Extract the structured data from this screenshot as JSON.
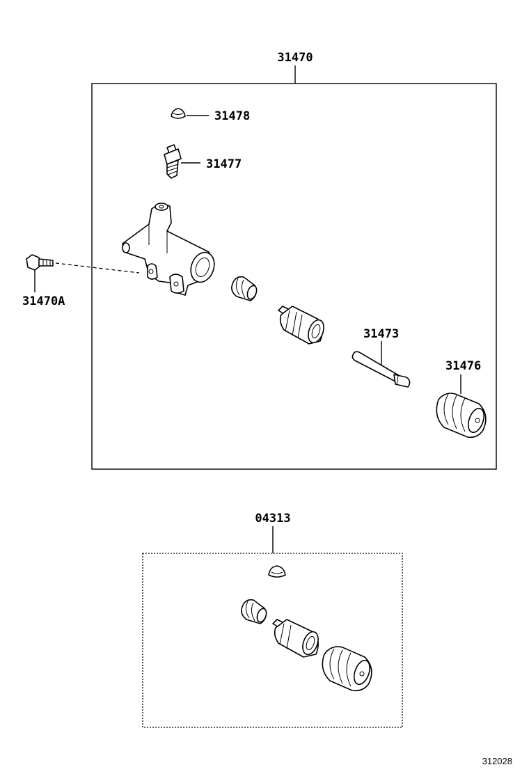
{
  "labels": {
    "kit_main": "31470",
    "bleeder_cap": "31478",
    "bleeder_plug": "31477",
    "bolt": "31470A",
    "push_rod": "31473",
    "boot": "31476",
    "kit_repair": "04313"
  },
  "figure_ref": "312028"
}
